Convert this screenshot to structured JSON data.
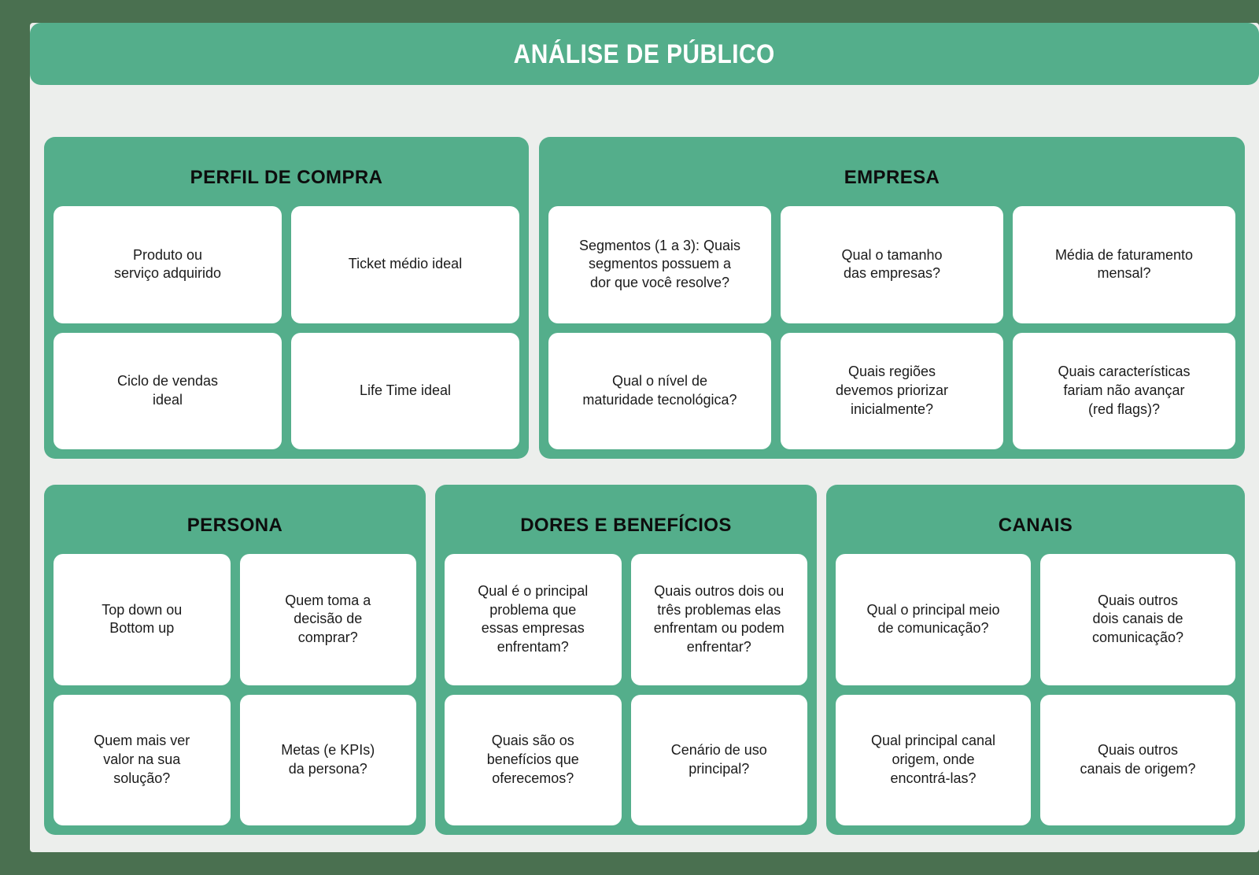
{
  "colors": {
    "outer_background": "#4a7050",
    "board_background": "#eceeec",
    "accent_green": "#54ae8b",
    "card_white": "#ffffff",
    "title_text": "#ffffff",
    "section_title_text": "#0d0d0d",
    "card_text": "#1b1b1b"
  },
  "header": {
    "title": "ANÁLISE DE PÚBLICO"
  },
  "sections": [
    {
      "id": "perfil-de-compra",
      "title": "PERFIL DE COMPRA",
      "columns": 2,
      "cards": [
        {
          "text": "Produto ou\nserviço adquirido"
        },
        {
          "text": "Ticket médio ideal"
        },
        {
          "text": "Ciclo de vendas\nideal"
        },
        {
          "text": "Life Time ideal"
        }
      ]
    },
    {
      "id": "empresa",
      "title": "EMPRESA",
      "columns": 3,
      "cards": [
        {
          "text": "Segmentos (1 a 3): Quais\nsegmentos possuem a\ndor que você resolve?"
        },
        {
          "text": "Qual o tamanho\ndas empresas?"
        },
        {
          "text": "Média de faturamento\nmensal?"
        },
        {
          "text": "Qual o nível de\nmaturidade tecnológica?"
        },
        {
          "text": "Quais regiões\ndevemos priorizar\ninicialmente?"
        },
        {
          "text": "Quais características\nfariam não avançar\n(red flags)?"
        }
      ]
    },
    {
      "id": "persona",
      "title": "PERSONA",
      "columns": 2,
      "cards": [
        {
          "text": "Top down ou\nBottom up"
        },
        {
          "text": "Quem toma a\ndecisão de\ncomprar?"
        },
        {
          "text": "Quem mais ver\nvalor na sua\nsolução?"
        },
        {
          "text": "Metas (e KPIs)\nda persona?"
        }
      ]
    },
    {
      "id": "dores-e-beneficios",
      "title": "DORES E BENEFÍCIOS",
      "columns": 2,
      "cards": [
        {
          "text": "Qual é o principal\nproblema que\nessas empresas\nenfrentam?"
        },
        {
          "text": "Quais outros dois ou\ntrês problemas elas\nenfrentam ou podem\nenfrentar?"
        },
        {
          "text": "Quais são os\nbenefícios que\noferecemos?"
        },
        {
          "text": "Cenário de uso\nprincipal?"
        }
      ]
    },
    {
      "id": "canais",
      "title": "CANAIS",
      "columns": 2,
      "cards": [
        {
          "text": "Qual o principal meio\nde comunicação?"
        },
        {
          "text": "Quais outros\ndois canais de\ncomunicação?"
        },
        {
          "text": "Qual principal canal\norigem, onde\nencontrá-las?"
        },
        {
          "text": "Quais outros\ncanais de origem?"
        }
      ]
    }
  ]
}
